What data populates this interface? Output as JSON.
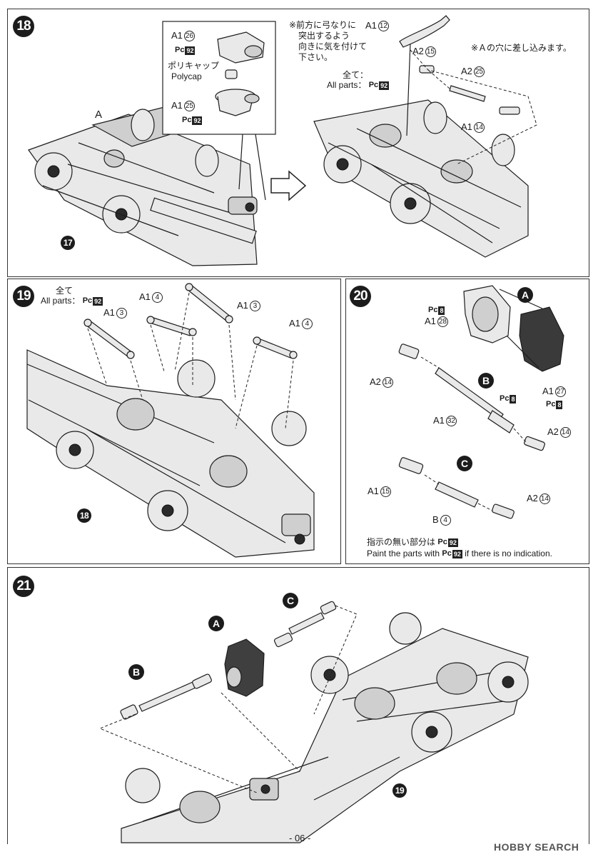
{
  "page_number": "- 06 -",
  "watermark": "HOBBY SEARCH",
  "step18": {
    "number": "18",
    "callout_A": "A",
    "ref_17": "17",
    "inset": {
      "part1_code": "A1",
      "part1_num": "26",
      "part1_paint": "92",
      "polycap_jp": "ポリキャップ",
      "polycap_en": "Polycap",
      "part2_code": "A1",
      "part2_num": "25",
      "part2_paint": "92"
    },
    "note_jp_1": "※前方に弓なりに",
    "note_jp_2": "突出するよう",
    "note_jp_3": "向きに気を付けて",
    "note_jp_4": "下さい。",
    "all_parts_jp": "全て：",
    "all_parts_en": "All parts：",
    "all_parts_paint": "92",
    "note_insert_A": "※Ａの穴に差し込みます。",
    "parts": [
      {
        "code": "A1",
        "num": "12"
      },
      {
        "code": "A2",
        "num": "15"
      },
      {
        "code": "A2",
        "num": "25"
      },
      {
        "code": "A1",
        "num": "14"
      }
    ]
  },
  "step19": {
    "number": "19",
    "all_parts_jp": "全て",
    "all_parts_en": "All parts：",
    "all_parts_paint": "92",
    "ref_18": "18",
    "parts": [
      {
        "code": "A1",
        "num": "4"
      },
      {
        "code": "A1",
        "num": "3"
      },
      {
        "code": "A1",
        "num": "3"
      },
      {
        "code": "A1",
        "num": "4"
      }
    ]
  },
  "step20": {
    "number": "20",
    "group_A": "A",
    "group_B": "B",
    "group_C": "C",
    "paint_8": "8",
    "parts": [
      {
        "code": "A1",
        "num": "28"
      },
      {
        "code": "A2",
        "num": "14"
      },
      {
        "code": "A1",
        "num": "27"
      },
      {
        "code": "A1",
        "num": "32"
      },
      {
        "code": "A2",
        "num": "14"
      },
      {
        "code": "A1",
        "num": "15"
      },
      {
        "code": "B",
        "num": "4"
      },
      {
        "code": "A2",
        "num": "14"
      }
    ],
    "note_jp": "指示の無い部分は",
    "note_en_1": "Paint the parts with",
    "note_en_2": "if there is no indication.",
    "note_paint": "92"
  },
  "step21": {
    "number": "21",
    "group_A": "A",
    "group_B": "B",
    "group_C": "C",
    "ref_19": "19"
  },
  "paint_prefix": "Pc"
}
